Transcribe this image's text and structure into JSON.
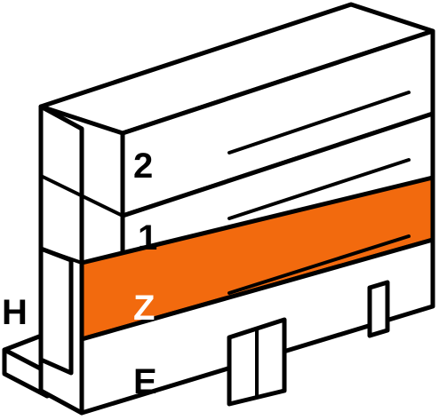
{
  "colors": {
    "highlight": "#F26A0E",
    "outline": "#000000",
    "face": "#ffffff",
    "label_on_highlight": "#ffffff",
    "label": "#000000"
  },
  "floors": [
    {
      "label": "2",
      "highlighted": false
    },
    {
      "label": "1",
      "highlighted": false
    },
    {
      "label": "Z",
      "highlighted": true
    },
    {
      "label": "E",
      "highlighted": false
    }
  ],
  "side_label": "H"
}
